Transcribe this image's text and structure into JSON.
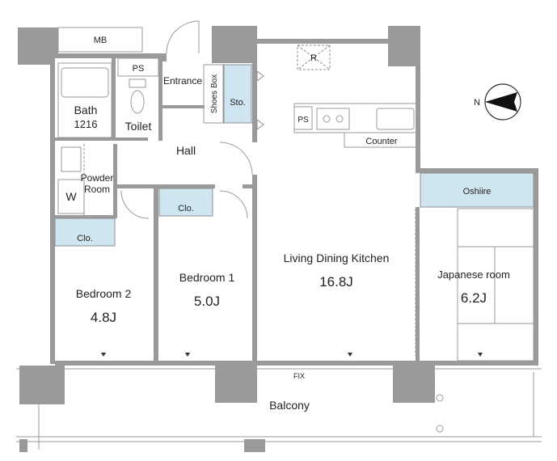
{
  "rooms": {
    "mb": "MB",
    "ps_top": "PS",
    "entrance": "Entrance",
    "bath": "Bath",
    "bath_size": "1216",
    "toilet": "Toilet",
    "shoes_box": "Shoes Box",
    "storage": "Sto.",
    "hall": "Hall",
    "powder_room_1": "Powder",
    "powder_room_2": "Room",
    "washer": "W",
    "closet_bedroom2": "Clo.",
    "closet_bedroom1": "Clo.",
    "bedroom2": "Bedroom 2",
    "bedroom2_size": "4.8J",
    "bedroom1": "Bedroom 1",
    "bedroom1_size": "5.0J",
    "ldk": "Living Dining Kitchen",
    "ldk_size": "16.8J",
    "ps_kitchen": "PS",
    "counter": "Counter",
    "oshiire": "Oshiire",
    "japanese_room": "Japanese room",
    "japanese_room_size": "6.2J",
    "balcony": "Balcony",
    "fix": "FIX",
    "refrigerator": "R"
  },
  "compass": {
    "label": "N"
  },
  "colors": {
    "wall": "#9a9a9a",
    "closet_fill": "#cfe6f0",
    "line": "#8f8f8f",
    "text": "#222222"
  }
}
